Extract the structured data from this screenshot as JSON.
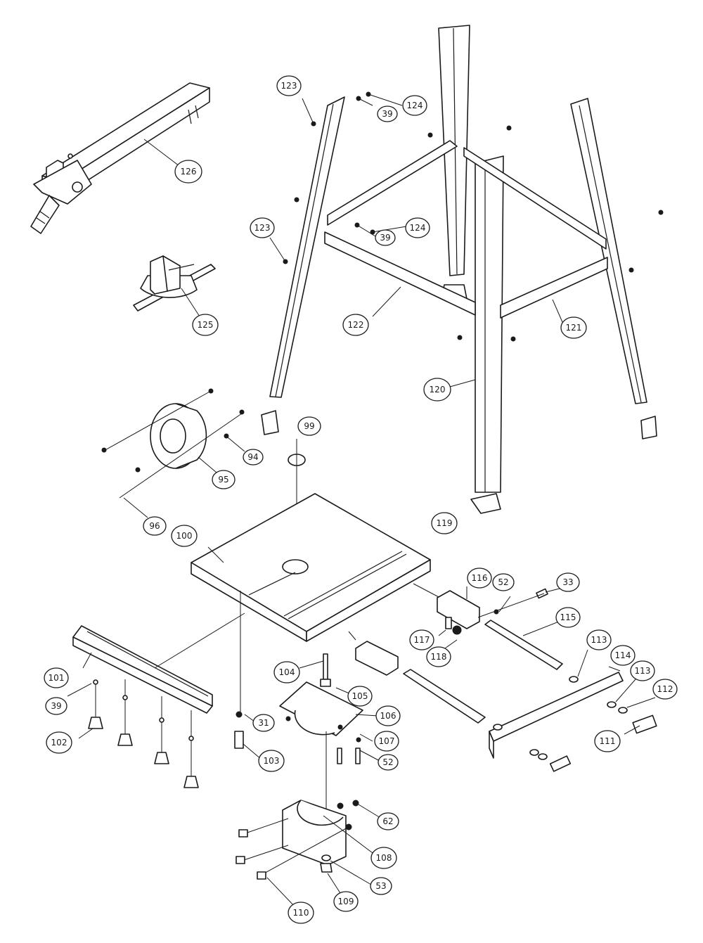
{
  "callouts": [
    {
      "id": "c126",
      "label": "126"
    },
    {
      "id": "c123a",
      "label": "123"
    },
    {
      "id": "c124a",
      "label": "124"
    },
    {
      "id": "c39a",
      "label": "39"
    },
    {
      "id": "c123b",
      "label": "123"
    },
    {
      "id": "c124b",
      "label": "124"
    },
    {
      "id": "c39b",
      "label": "39"
    },
    {
      "id": "c125",
      "label": "125"
    },
    {
      "id": "c122",
      "label": "122"
    },
    {
      "id": "c121",
      "label": "121"
    },
    {
      "id": "c120",
      "label": "120"
    },
    {
      "id": "c94",
      "label": "94"
    },
    {
      "id": "c95",
      "label": "95"
    },
    {
      "id": "c96",
      "label": "96"
    },
    {
      "id": "c99",
      "label": "99"
    },
    {
      "id": "c100",
      "label": "100"
    },
    {
      "id": "c119",
      "label": "119"
    },
    {
      "id": "c116",
      "label": "116"
    },
    {
      "id": "c52a",
      "label": "52"
    },
    {
      "id": "c33",
      "label": "33"
    },
    {
      "id": "c115",
      "label": "115"
    },
    {
      "id": "c117",
      "label": "117"
    },
    {
      "id": "c118",
      "label": "118"
    },
    {
      "id": "c113a",
      "label": "113"
    },
    {
      "id": "c114",
      "label": "114"
    },
    {
      "id": "c113b",
      "label": "113"
    },
    {
      "id": "c112",
      "label": "112"
    },
    {
      "id": "c111",
      "label": "111"
    },
    {
      "id": "c101",
      "label": "101"
    },
    {
      "id": "c39c",
      "label": "39"
    },
    {
      "id": "c102",
      "label": "102"
    },
    {
      "id": "c104",
      "label": "104"
    },
    {
      "id": "c105",
      "label": "105"
    },
    {
      "id": "c106",
      "label": "106"
    },
    {
      "id": "c107",
      "label": "107"
    },
    {
      "id": "c52b",
      "label": "52"
    },
    {
      "id": "c31",
      "label": "31"
    },
    {
      "id": "c103",
      "label": "103"
    },
    {
      "id": "c62",
      "label": "62"
    },
    {
      "id": "c108",
      "label": "108"
    },
    {
      "id": "c53",
      "label": "53"
    },
    {
      "id": "c109",
      "label": "109"
    },
    {
      "id": "c110",
      "label": "110"
    }
  ]
}
